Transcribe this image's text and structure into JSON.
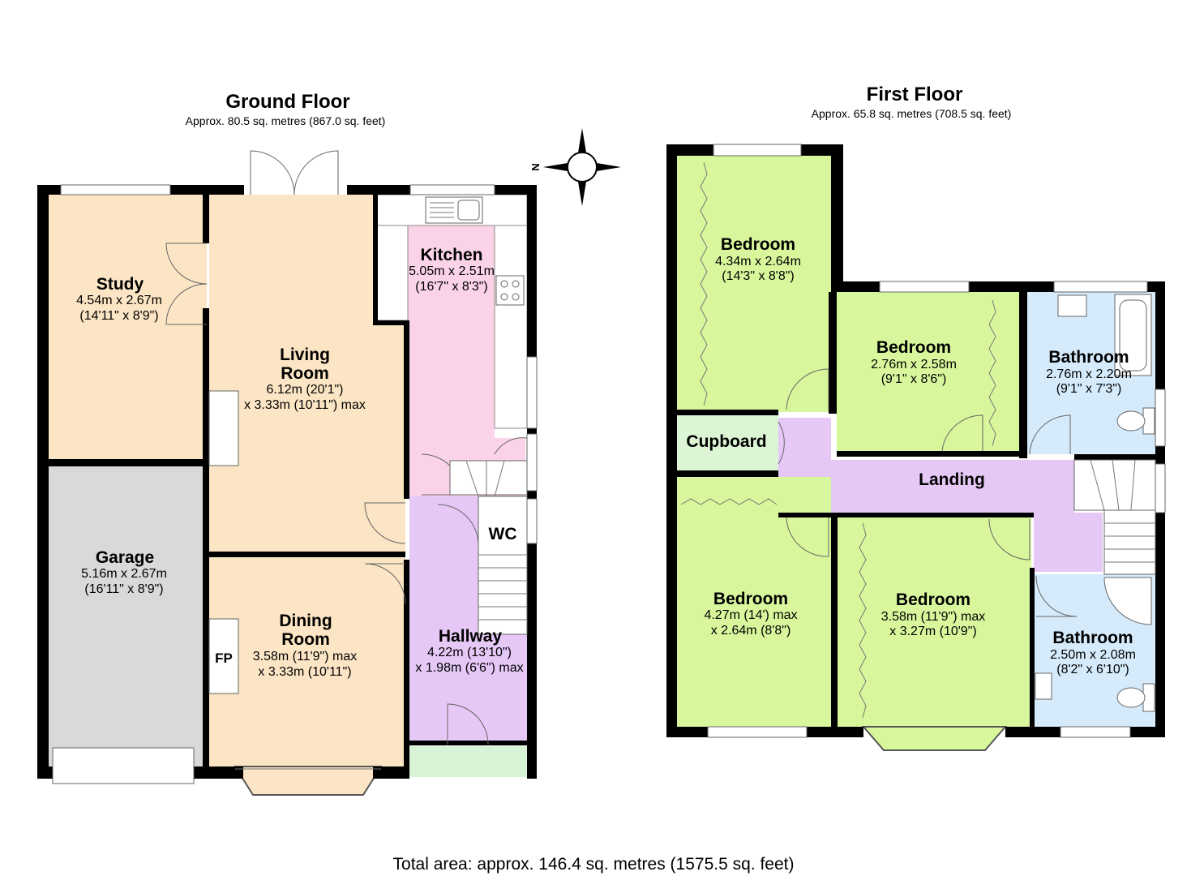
{
  "ground_floor": {
    "title": "Ground Floor",
    "area": "Approx. 80.5 sq. metres (867.0 sq. feet)",
    "rooms": {
      "study": {
        "name": "Study",
        "dim1": "4.54m x 2.67m",
        "dim2": "(14'11\" x 8'9\")",
        "color": "#fbe5c4"
      },
      "living": {
        "name1": "Living",
        "name2": "Room",
        "dim1": "6.12m (20'1\")",
        "dim2": "x 3.33m (10'11\") max",
        "color": "#fbe5c4"
      },
      "kitchen": {
        "name": "Kitchen",
        "dim1": "5.05m x 2.51m",
        "dim2": "(16'7\" x 8'3\")",
        "color": "#fbd3e9"
      },
      "garage": {
        "name": "Garage",
        "dim1": "5.16m x 2.67m",
        "dim2": "(16'11\" x 8'9\")",
        "color": "#d9d9d9"
      },
      "dining": {
        "name1": "Dining",
        "name2": "Room",
        "dim1": "3.58m (11'9\") max",
        "dim2": "x 3.33m (10'11\")",
        "color": "#fbe5c4"
      },
      "fireplace": {
        "label": "FP"
      },
      "wc": {
        "name": "WC"
      },
      "hallway": {
        "name": "Hallway",
        "dim1": "4.22m (13'10\")",
        "dim2": "x 1.98m (6'6\") max",
        "color": "#e6c8f6"
      },
      "porch": {
        "color": "#d7f2d4"
      }
    }
  },
  "first_floor": {
    "title": "First Floor",
    "area": "Approx. 65.8 sq. metres (708.5 sq. feet)",
    "rooms": {
      "bedroom1": {
        "name": "Bedroom",
        "dim1": "4.34m x 2.64m",
        "dim2": "(14'3\" x 8'8\")",
        "color": "#d8f79c"
      },
      "bedroom2": {
        "name": "Bedroom",
        "dim1": "2.76m x 2.58m",
        "dim2": "(9'1\" x 8'6\")",
        "color": "#d8f79c"
      },
      "bathroom1": {
        "name": "Bathroom",
        "dim1": "2.76m x 2.20m",
        "dim2": "(9'1\" x 7'3\")",
        "color": "#d5ebfb"
      },
      "cupboard": {
        "name": "Cupboard",
        "color": "#dcf5d4"
      },
      "landing": {
        "name": "Landing",
        "color": "#e6c8f6"
      },
      "bedroom3": {
        "name": "Bedroom",
        "dim1": "4.27m (14') max",
        "dim2": "x 2.64m (8'8\")",
        "color": "#d8f79c"
      },
      "bedroom4": {
        "name": "Bedroom",
        "dim1": "3.58m (11'9\") max",
        "dim2": "x 3.27m (10'9\")",
        "color": "#d8f79c"
      },
      "bathroom2": {
        "name": "Bathroom",
        "dim1": "2.50m x 2.08m",
        "dim2": "(8'2\" x 6'10\")",
        "color": "#d5ebfb"
      }
    }
  },
  "compass": {
    "label": "N",
    "icon": "compass-rose-icon"
  },
  "total": "Total area: approx. 146.4 sq. metres (1575.5 sq. feet)"
}
